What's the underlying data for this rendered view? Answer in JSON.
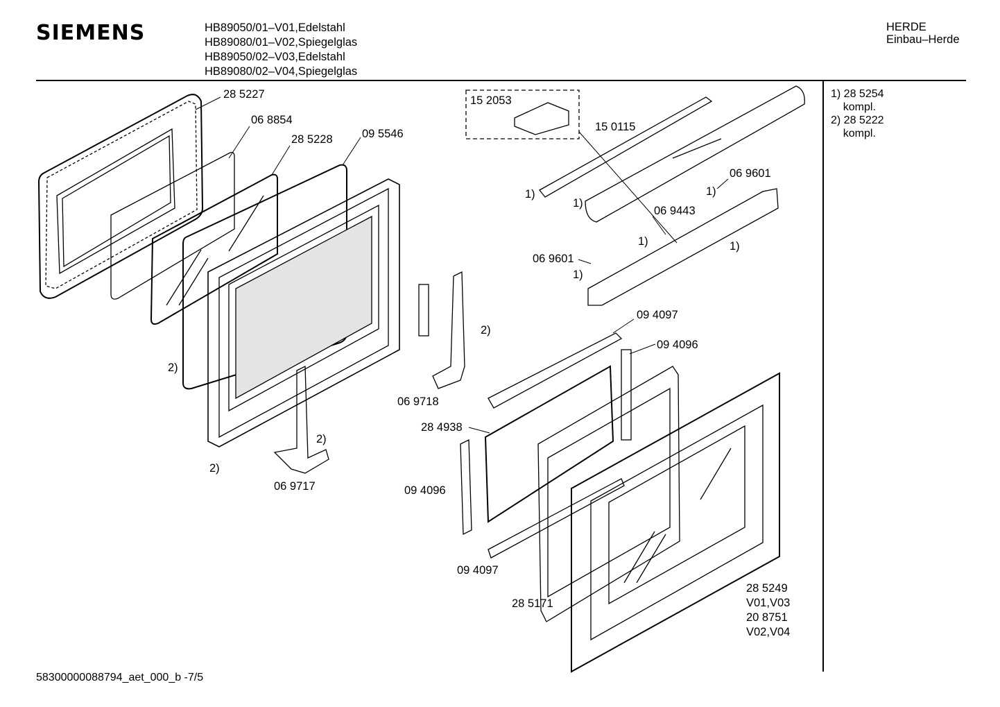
{
  "header": {
    "brand": "SIEMENS",
    "models": [
      "HB89050/01–V01,Edelstahl",
      "HB89080/01–V02,Spiegelglas",
      "HB89050/02–V03,Edelstahl",
      "HB89080/02–V04,Spiegelglas"
    ],
    "category": [
      "HERDE",
      "Einbau–Herde"
    ]
  },
  "notes": [
    "1) 28 5254",
    "    kompl.",
    "2) 28 5222",
    "    kompl."
  ],
  "labels": {
    "p285227": "28 5227",
    "p068854": "06 8854",
    "p285228": "28 5228",
    "p095546": "09 5546",
    "p152053": "15 2053",
    "p150115": "15 0115",
    "p069601a": "06 9601",
    "p069443": "06 9443",
    "p069601b": "06 9601",
    "p094097a": "09 4097",
    "p094096a": "09 4096",
    "p069718": "06 9718",
    "p284938": "28 4938",
    "p094096b": "09 4096",
    "p094097b": "09 4097",
    "p285171": "28 5171",
    "p069717": "06 9717",
    "p285249": "28 5249",
    "v0103": "V01,V03",
    "p208751": "20 8751",
    "v0204": "V02,V04",
    "m2a": "2)",
    "m2b": "2)",
    "m2c": "2)",
    "m2d": "2)",
    "m1a": "1)",
    "m1b": "1)",
    "m1c": "1)",
    "m1d": "1)",
    "m1e": "1)",
    "m1f": "1)"
  },
  "footer": "58300000088794_aet_000_b  -7/5"
}
